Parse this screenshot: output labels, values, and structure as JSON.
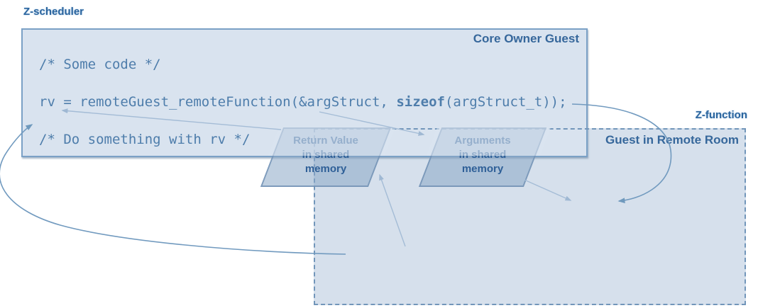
{
  "scheduler": {
    "label": "Z-scheduler",
    "box_title": "Core Owner Guest",
    "code_line1": "/* Some code */",
    "code_line2_pre": "rv = remoteGuest_remoteFunction(&argStruct, ",
    "code_line2_bold": "sizeof",
    "code_line2_post": "(argStruct_t));",
    "code_line3": "/* Do something with rv */"
  },
  "zfunction": {
    "label": "Z-function",
    "box_title": "Guest in Remote Room"
  },
  "shared_memory": {
    "return_value": {
      "line1": "Return Value",
      "line2": "in shared",
      "line3": "memory"
    },
    "arguments": {
      "line1": "Arguments",
      "line2": "in shared",
      "line3": "memory"
    }
  },
  "colors": {
    "box_fill": "#d8e2ee",
    "box_border": "#7ba1c6",
    "dashed_border": "#7296ba",
    "code_text": "#4e7dab",
    "label_text": "#2a649e",
    "title_text": "#36679b",
    "parallelogram_fill": "#afc4da",
    "arrow_light": "#9fb8d3",
    "arrow_medium": "#6f99bd"
  }
}
